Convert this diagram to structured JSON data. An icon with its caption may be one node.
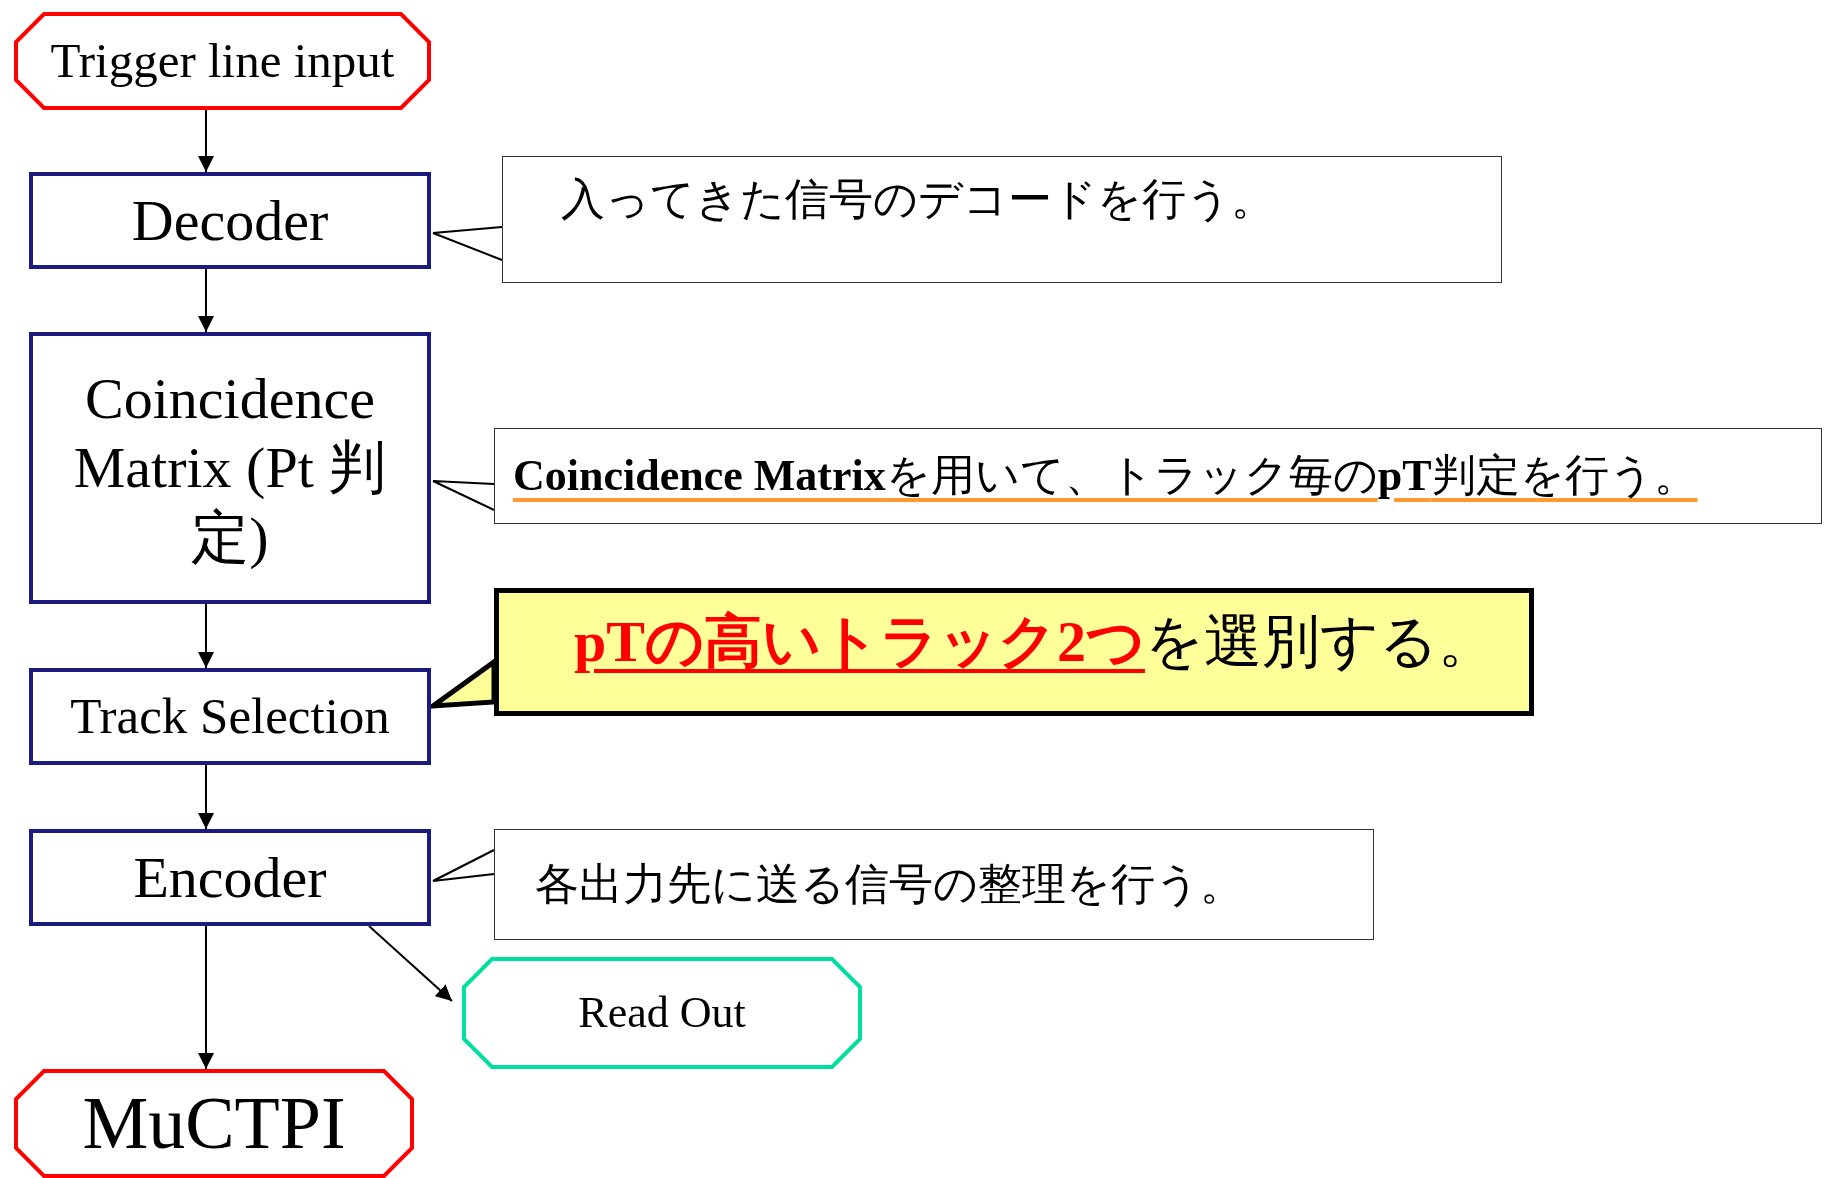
{
  "diagram": {
    "nodes": [
      {
        "text": [
          "Trigger line input"
        ]
      },
      {
        "text": [
          "Decoder"
        ]
      },
      {
        "text": [
          "入ってきた信号のデコードを行う。"
        ]
      },
      {
        "text": [
          "Coincidence Matrix (Pt 判定)"
        ]
      },
      {
        "text": [
          "**Coincidence Matrix**を用いて、トラック毎の**pT**判定を行う。"
        ]
      },
      {
        "text": [
          "Track Selection"
        ]
      },
      {
        "text": [
          "**pTの高いトラック2つ**を選別する。"
        ]
      },
      {
        "text": [
          "Encoder"
        ]
      },
      {
        "text": [
          "各出力先に送る信号の整理を行う。"
        ]
      },
      {
        "text": [
          "Read Out"
        ]
      },
      {
        "text": [
          "MuCTPI"
        ]
      }
    ],
    "edges": [
      {
        "from": 0,
        "to": 1,
        "arrow": "to"
      },
      {
        "from": 2,
        "to": 1,
        "arrow": "none"
      },
      {
        "from": 1,
        "to": 3,
        "arrow": "to"
      },
      {
        "from": 4,
        "to": 3,
        "arrow": "none"
      },
      {
        "from": 3,
        "to": 5,
        "arrow": "to"
      },
      {
        "from": 6,
        "to": 5,
        "arrow": "to",
        "style": "thick"
      },
      {
        "from": 5,
        "to": 7,
        "arrow": "to"
      },
      {
        "from": 8,
        "to": 7,
        "arrow": "none"
      },
      {
        "from": 7,
        "to": 10,
        "arrow": "to"
      },
      {
        "from": 7,
        "to": 9,
        "arrow": "to"
      }
    ]
  }
}
